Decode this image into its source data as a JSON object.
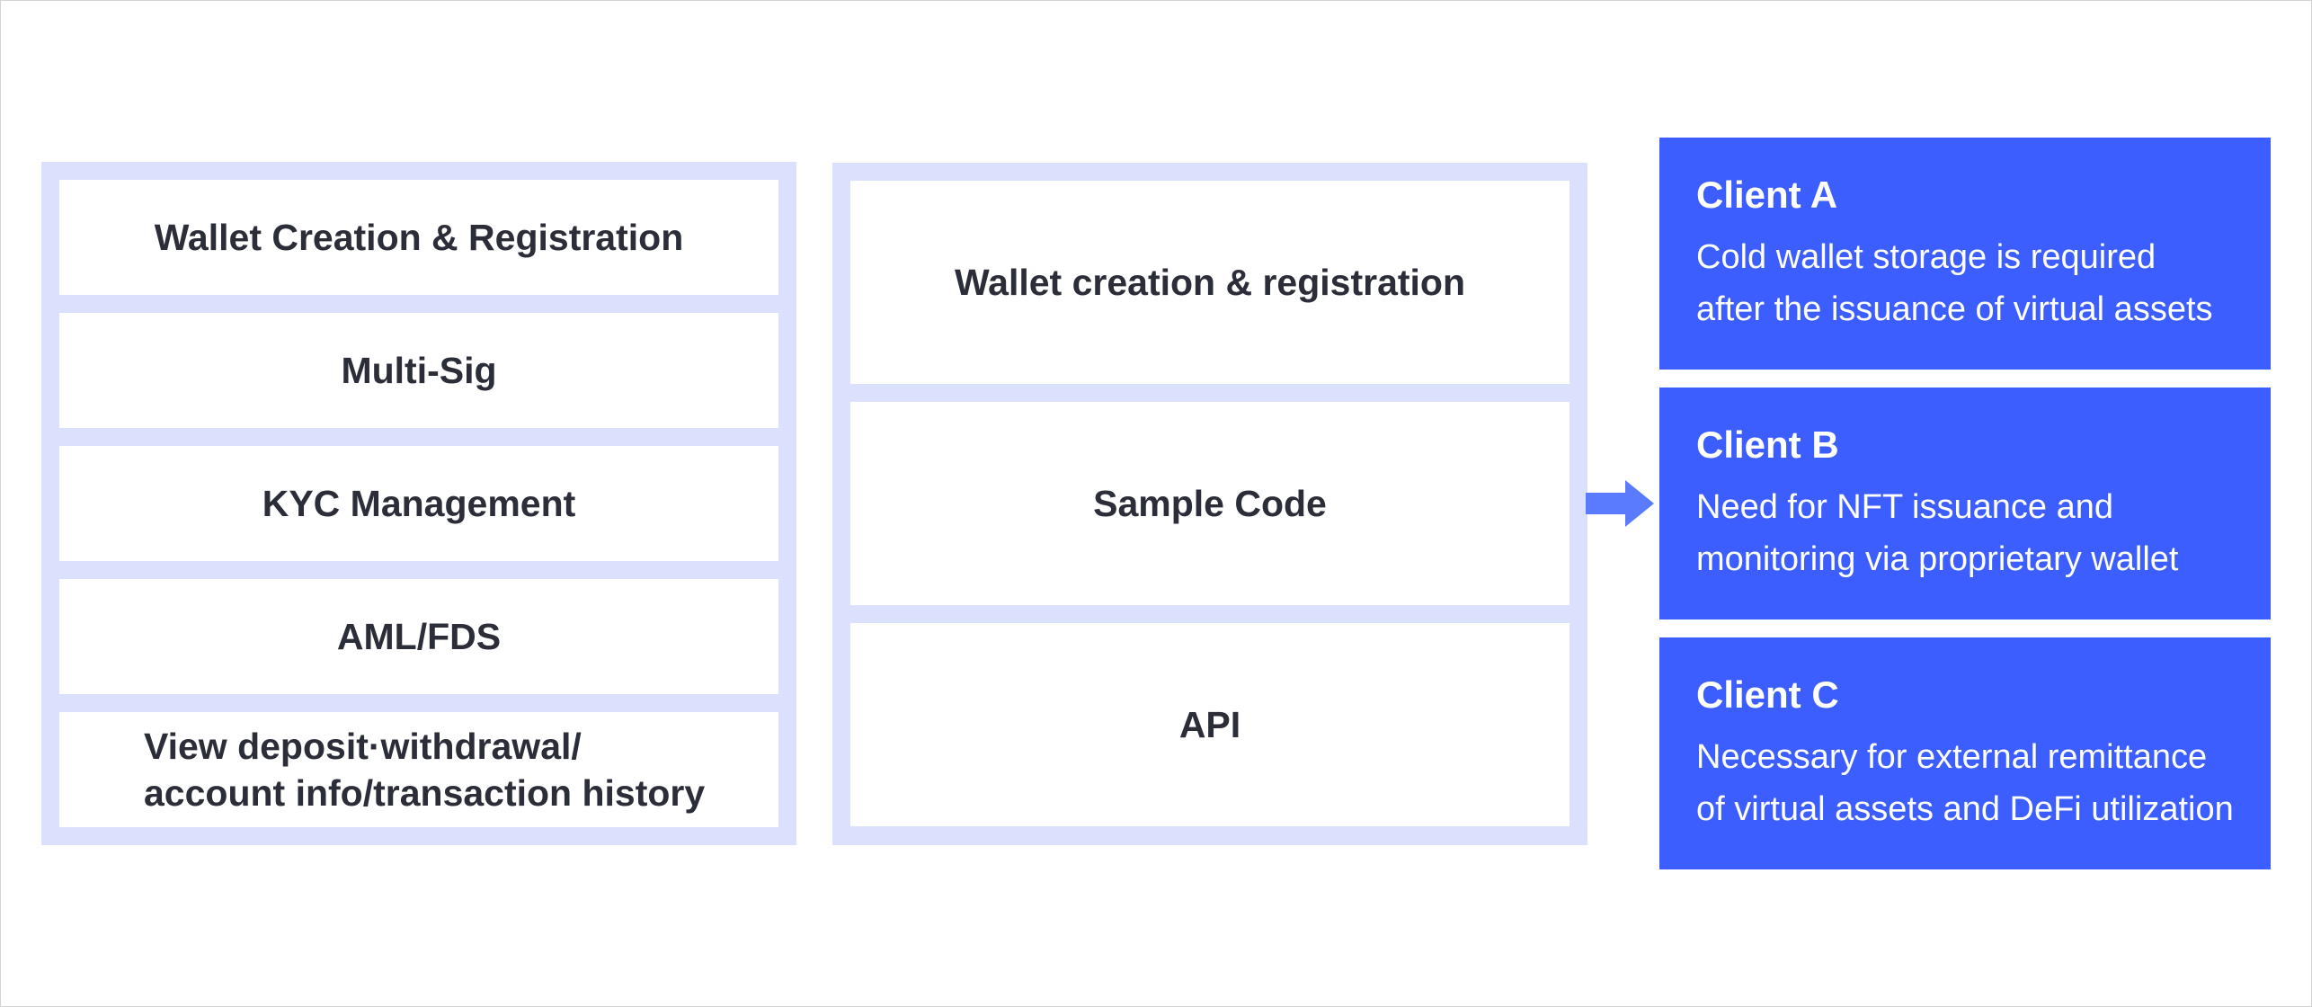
{
  "left_column": {
    "items": [
      "Wallet Creation & Registration",
      "Multi-Sig",
      "KYC Management",
      "AML/FDS",
      "View deposit·withdrawal/\naccount info/transaction history"
    ]
  },
  "middle_column": {
    "items": [
      "Wallet creation & registration",
      "Sample Code",
      "API"
    ]
  },
  "clients": [
    {
      "title": "Client A",
      "description": "Cold wallet storage is required\nafter the issuance of virtual assets"
    },
    {
      "title": "Client B",
      "description": "Need for NFT issuance and\nmonitoring via proprietary wallet"
    },
    {
      "title": "Client C",
      "description": "Necessary for external remittance\nof virtual assets and DeFi utilization"
    }
  ],
  "colors": {
    "column_bg": "#dbe0fd",
    "client_bg": "#3c5efe",
    "arrow": "#5b7bff",
    "text_dark": "#2b2d38"
  },
  "icons": {
    "arrow": "arrow-right-icon"
  }
}
